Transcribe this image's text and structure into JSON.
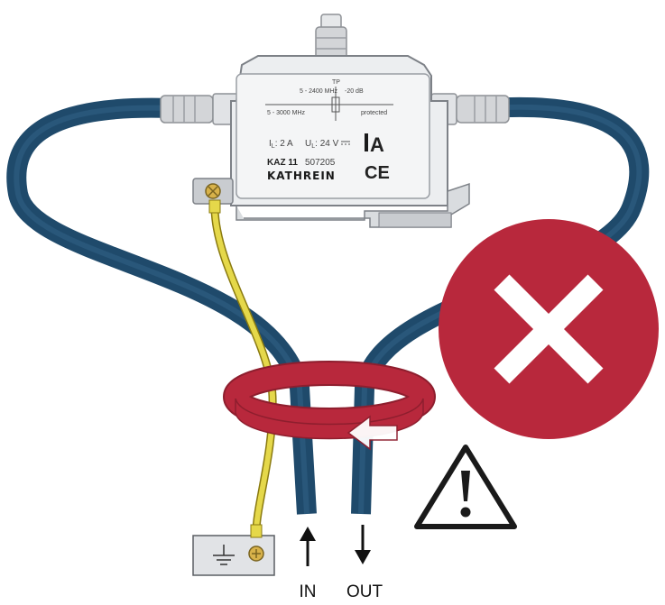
{
  "device": {
    "freq_top": "5 - 2400 MHz",
    "tp_label": "TP",
    "att_label": "-20 dB",
    "freq_main": "5 - 3000 MHz",
    "protected_label": "protected",
    "current_label": "I",
    "current_sub": "L",
    "current_value": ": 2 A",
    "voltage_label": "U",
    "voltage_sub": "L",
    "voltage_value": ": 24 V",
    "model": "KAZ 11",
    "article_number": "507205",
    "brand": "KATHREIN",
    "ce_mark": "CE",
    "logo_letter": "A"
  },
  "labels": {
    "in": "IN",
    "out": "OUT"
  },
  "symbols": {
    "cross": "close-icon",
    "warning": "warning-icon",
    "ground": "ground-icon"
  },
  "colors": {
    "cable": "#1f4a6b",
    "ground_wire": "#e5d84a",
    "ferrite_ring": "#b8283c",
    "error_circle": "#b8283c"
  }
}
